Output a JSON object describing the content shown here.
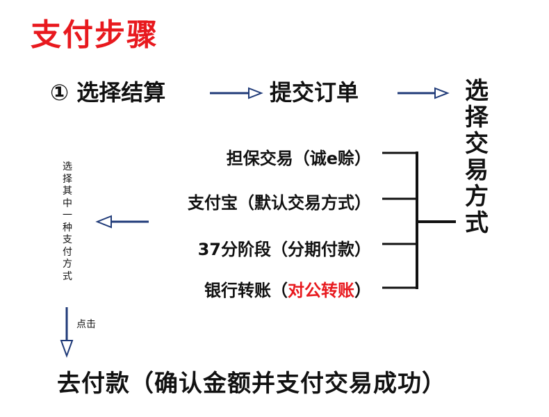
{
  "title": "支付步骤",
  "steps": {
    "step1": "① 选择结算",
    "step2": "提交订单",
    "step3_chars": [
      "选",
      "择",
      "交",
      "易",
      "方",
      "式"
    ]
  },
  "options": [
    {
      "text": "担保交易（诚e赊）"
    },
    {
      "text": "支付宝（默认交易方式）"
    },
    {
      "text": "37分阶段（分期付款）"
    },
    {
      "prefix": "银行转账（",
      "highlight": "对公转账",
      "suffix": "）"
    }
  ],
  "choose_one_chars": [
    "选",
    "择",
    "其",
    "中",
    "一",
    "种",
    "支",
    "付",
    "方",
    "式"
  ],
  "click_label": "点击",
  "final_step": "去付款（确认金额并支付交易成功）",
  "colors": {
    "title": "#e8191e",
    "highlight": "#e8191e",
    "arrow": "#1f3a78",
    "line": "#111111"
  }
}
